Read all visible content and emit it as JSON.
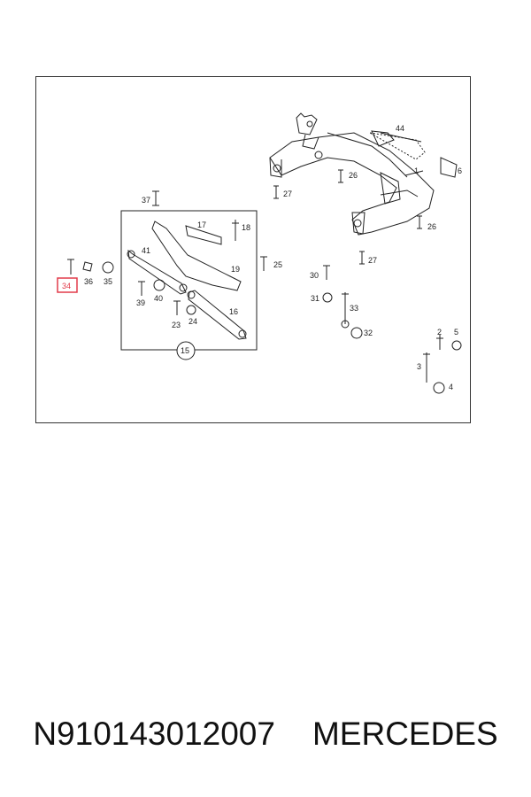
{
  "diagram": {
    "highlight_color": "#e23b4a",
    "highlighted_part": "34",
    "group_label": "15",
    "callouts": {
      "c1": "1",
      "c2": "2",
      "c3": "3",
      "c4": "4",
      "c5": "5",
      "c6": "6",
      "c15": "15",
      "c16": "16",
      "c17": "17",
      "c18": "18",
      "c19": "19",
      "c23": "23",
      "c24": "24",
      "c25": "25",
      "c26a": "26",
      "c26b": "26",
      "c27a": "27",
      "c27b": "27",
      "c30": "30",
      "c31": "31",
      "c32": "32",
      "c33": "33",
      "c34": "34",
      "c35": "35",
      "c36": "36",
      "c37": "37",
      "c39": "39",
      "c40": "40",
      "c41": "41",
      "c44": "44"
    }
  },
  "caption": {
    "part_number": "N910143012007",
    "brand": "MERCEDES"
  }
}
